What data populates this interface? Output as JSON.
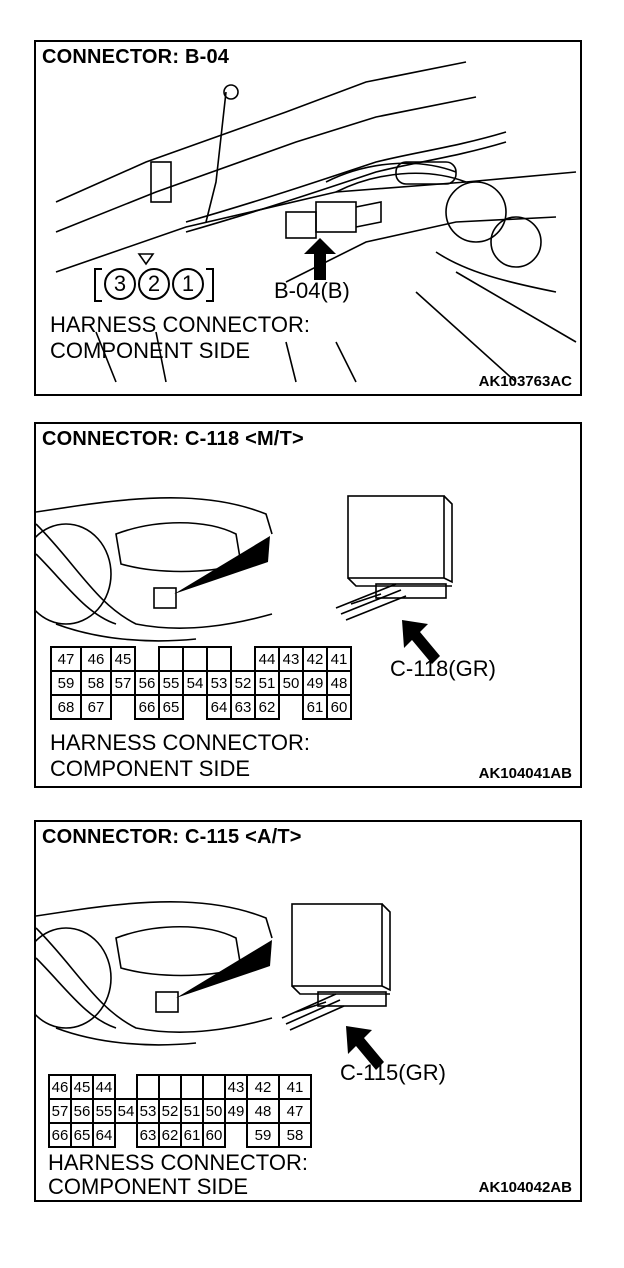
{
  "panels": [
    {
      "title": "CONNECTOR: B-04",
      "pins": [
        "3",
        "2",
        "1"
      ],
      "callout": "B-04(B)",
      "harness_line1": "HARNESS CONNECTOR:",
      "harness_line2": "COMPONENT SIDE",
      "code": "AK103763AC"
    },
    {
      "title": "CONNECTOR: C-118 <M/T>",
      "callout": "C-118(GR)",
      "rows": [
        [
          "47",
          "46",
          "45",
          "",
          "",
          "",
          "",
          "",
          "44",
          "43",
          "42",
          "41"
        ],
        [
          "59",
          "58",
          "57",
          "56",
          "55",
          "54",
          "53",
          "52",
          "51",
          "50",
          "49",
          "48"
        ],
        [
          "68",
          "67",
          "",
          "66",
          "65",
          "",
          "64",
          "63",
          "62",
          "",
          "61",
          "60"
        ]
      ],
      "harness_line1": "HARNESS CONNECTOR:",
      "harness_line2": "COMPONENT SIDE",
      "code": "AK104041AB"
    },
    {
      "title": "CONNECTOR: C-115 <A/T>",
      "callout": "C-115(GR)",
      "rows": [
        [
          "46",
          "45",
          "44",
          "",
          "",
          "",
          "",
          "",
          "43",
          "42",
          "41"
        ],
        [
          "57",
          "56",
          "55",
          "54",
          "53",
          "52",
          "51",
          "50",
          "49",
          "48",
          "47"
        ],
        [
          "66",
          "65",
          "64",
          "",
          "63",
          "62",
          "61",
          "60",
          "",
          "59",
          "58"
        ]
      ],
      "harness_line1": "HARNESS CONNECTOR:",
      "harness_line2": "COMPONENT SIDE",
      "code": "AK104042AB"
    }
  ]
}
